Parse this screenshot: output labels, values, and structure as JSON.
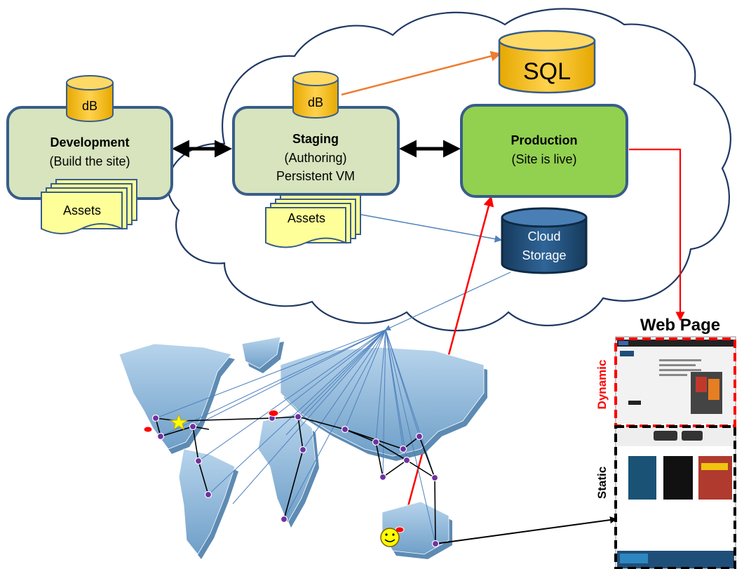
{
  "nodes": {
    "development": {
      "title": "Development",
      "subtitle": "(Build the site)",
      "db_label": "dB",
      "assets_label": "Assets"
    },
    "staging": {
      "title": "Staging",
      "line2": "(Authoring)",
      "line3": "Persistent VM",
      "db_label": "dB",
      "assets_label": "Assets"
    },
    "production": {
      "title": "Production",
      "subtitle": "(Site is live)"
    },
    "sql": {
      "label": "SQL"
    },
    "cloud_storage": {
      "line1": "Cloud",
      "line2": "Storage"
    }
  },
  "web_page": {
    "title": "Web Page",
    "dynamic_label": "Dynamic",
    "static_label": "Static"
  },
  "colors": {
    "cylinder_fill": "#ffc000",
    "env_box_fill": "#d7e4bd",
    "production_fill": "#92d050",
    "box_stroke": "#385d8a",
    "assets_fill": "#ffff99",
    "cloud_storage_fill": "#1f4e79",
    "map_land": "#8fb8d8",
    "network_node": "#7030a0",
    "red_link": "#ff0000",
    "orange_link": "#ed7d31",
    "blue_link": "#4f81bd"
  },
  "icons": [
    "cloud-icon",
    "database-icon",
    "document-stack-icon",
    "world-map-icon",
    "smiley-user-icon",
    "star-icon",
    "webpage-screenshot-icon"
  ]
}
